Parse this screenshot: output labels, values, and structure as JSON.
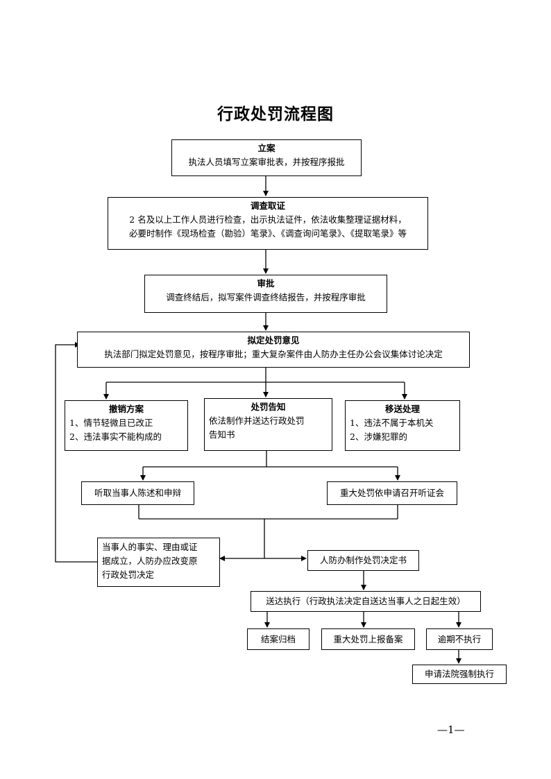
{
  "title": "行政处罚流程图",
  "steps": {
    "filing": {
      "head": "立案",
      "lines": [
        "执法人员填写立案审批表，并按程序报批"
      ]
    },
    "investigation": {
      "head": "调查取证",
      "lines": [
        "2 名及以上工作人员进行检查，出示执法证件，依法收集整理证据材料，",
        "必要时制作《现场检查（勘验）笔录》、《调查询问笔录》、《提取笔录》等"
      ]
    },
    "approval": {
      "head": "审批",
      "lines": [
        "调查终结后，拟写案件调查终结报告，并按程序审批"
      ]
    },
    "opinion": {
      "head": "拟定处罚意见",
      "lines": [
        "执法部门拟定处罚意见，按程序审批；重大复杂案件由人防办主任办公会议集体讨论决定"
      ]
    },
    "revoke": {
      "head": "撤销方案",
      "lines": [
        "1、情节轻微且已改正",
        "2、违法事实不能构成的"
      ]
    },
    "notice": {
      "head": "处罚告知",
      "lines": [
        "依法制作并送达行政处罚",
        "告知书"
      ]
    },
    "transfer": {
      "head": "移送处理",
      "lines": [
        "1、违法不属于本机关",
        "2、涉嫌犯罪的"
      ]
    },
    "statement": "听取当事人陈述和申辩",
    "hearing": "重大处罚依申请召开听证会",
    "change": {
      "lines": [
        "当事人的事实、理由或证",
        "据成立，人防办应改变原",
        "行政处罚决定"
      ]
    },
    "decision": "人防办制作处罚决定书",
    "execute": "送达执行（行政执法决定自送达当事人之日起生效）",
    "archive": "结案归档",
    "report": "重大处罚上报备案",
    "overdue": "逾期不执行",
    "court": "申请法院强制执行"
  },
  "page_number": "—1—"
}
